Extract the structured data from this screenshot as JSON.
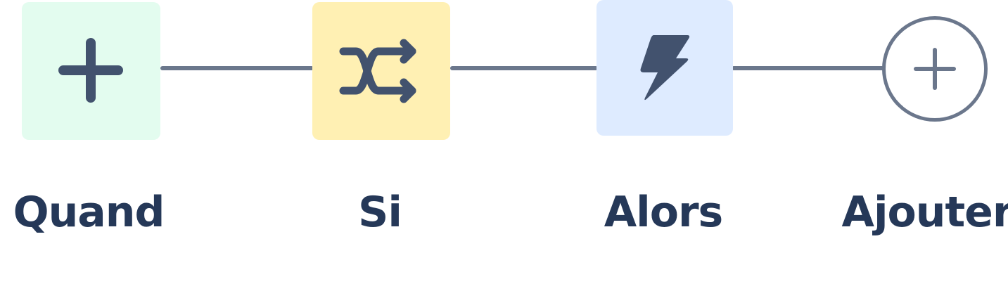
{
  "colors": {
    "connector": "#6b778c",
    "icon": "#42526e",
    "label": "#253858",
    "when_bg": "#e3fcef",
    "if_bg": "#fff0b3",
    "then_bg": "#deebff",
    "add_border": "#6b778c"
  },
  "steps": [
    {
      "icon": "plus-icon",
      "label": "Quand"
    },
    {
      "icon": "shuffle-icon",
      "label": "Si"
    },
    {
      "icon": "lightning-icon",
      "label": "Alors"
    },
    {
      "icon": "add-circle-icon",
      "label": "Ajouter"
    }
  ]
}
